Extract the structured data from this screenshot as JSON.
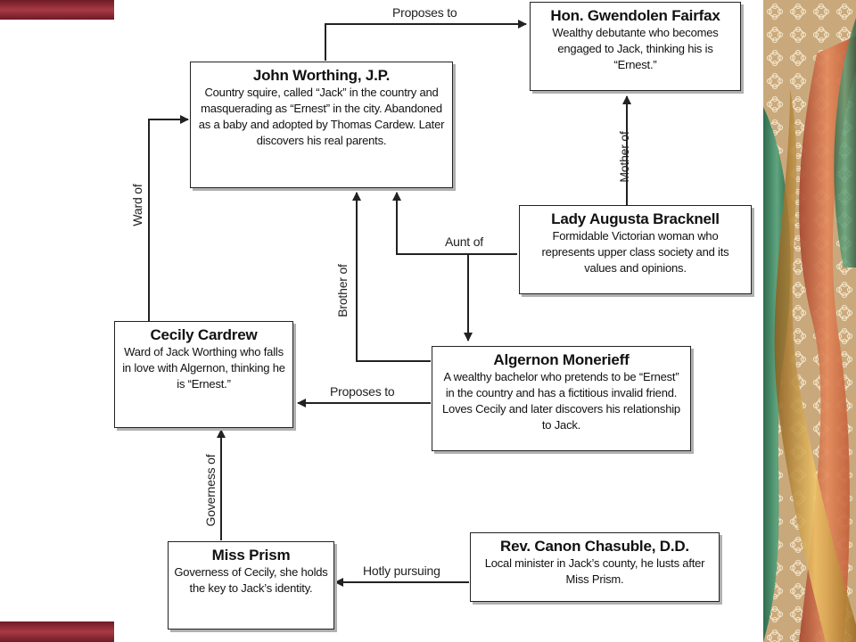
{
  "characters": {
    "gwendolen": {
      "name": "Hon. Gwendolen Fairfax",
      "desc": "Wealthy debutante who becomes engaged to Jack, thinking his is “Ernest.”"
    },
    "john": {
      "name": "John Worthing, J.P.",
      "desc": "Country squire, called “Jack” in the country and masquerading as “Ernest” in the city. Abandoned as a baby and adopted by Thomas Cardew. Later discovers his real parents."
    },
    "bracknell": {
      "name": "Lady Augusta Bracknell",
      "desc": "Formidable Victorian woman who represents upper class society and its values and opinions."
    },
    "cecily": {
      "name": "Cecily Cardrew",
      "desc": "Ward of Jack Worthing who falls in love with Algernon, thinking he is “Ernest.”"
    },
    "algernon": {
      "name": "Algernon Monerieff",
      "desc": "A wealthy bachelor who pretends to be “Ernest” in the country and has a fictitious invalid friend. Loves Cecily and later discovers his relationship to Jack."
    },
    "prism": {
      "name": "Miss Prism",
      "desc": "Governess of Cecily, she holds the key to Jack’s identity."
    },
    "chasuble": {
      "name": "Rev. Canon Chasuble, D.D.",
      "desc": "Local minister in Jack’s county, he lusts after Miss Prism."
    }
  },
  "relations": {
    "john_proposes_gwendolen": "Proposes to",
    "bracknell_mother_of_gwendolen": "Mother of",
    "bracknell_aunt_of": "Aunt of",
    "cecily_ward_of_john": "Ward of",
    "algernon_brother_of_john": "Brother of",
    "algernon_proposes_cecily": "Proposes to",
    "prism_governess_of_cecily": "Governess of",
    "chasuble_pursuing_prism": "Hotly pursuing"
  },
  "colors": {
    "slide_bar": "#8a2a33",
    "line": "#222222"
  }
}
